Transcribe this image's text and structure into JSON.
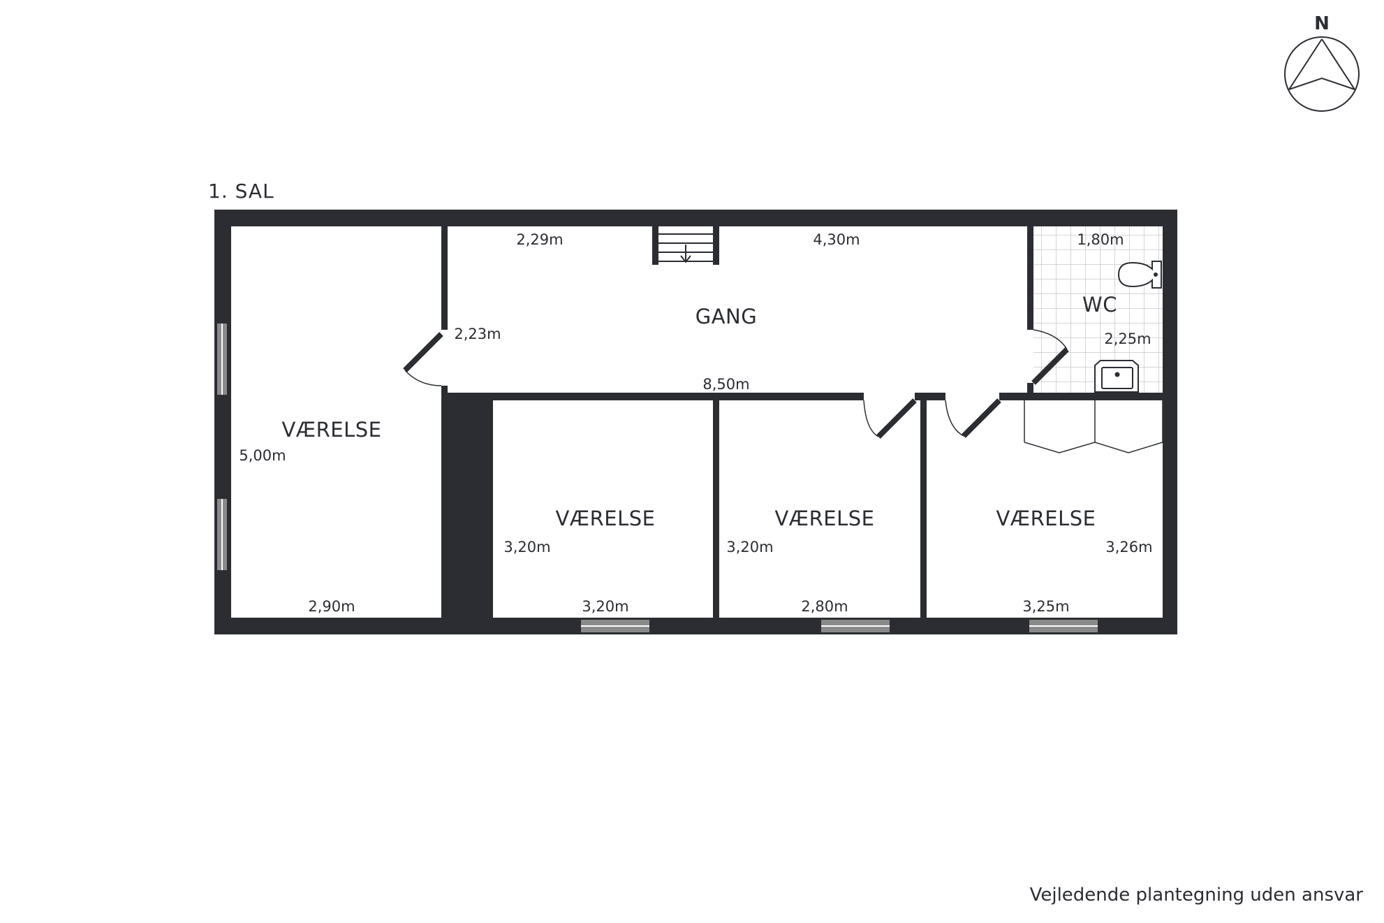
{
  "floor": {
    "label": "1. SAL"
  },
  "compass": {
    "north_label": "N"
  },
  "rooms": {
    "vaerelse_1": "VÆRELSE",
    "gang": "GANG",
    "wc": "WC",
    "vaerelse_2": "VÆRELSE",
    "vaerelse_3": "VÆRELSE",
    "vaerelse_4": "VÆRELSE"
  },
  "dimensions": {
    "gang_left_width": "2,29m",
    "gang_right_width": "4,30m",
    "wc_width": "1,80m",
    "gang_height": "2,23m",
    "wc_height": "2,25m",
    "gang_length": "8,50m",
    "vaerelse_1_height": "5,00m",
    "vaerelse_1_width": "2,90m",
    "vaerelse_2_height": "3,20m",
    "vaerelse_2_width": "3,20m",
    "vaerelse_3_height": "3,20m",
    "vaerelse_3_width": "2,80m",
    "vaerelse_4_height": "3,26m",
    "vaerelse_4_width": "3,25m"
  },
  "footer": {
    "note": "Vejledende plantegning uden ansvar"
  },
  "colors": {
    "wall": "#2b2d33",
    "window": "#8a8a8a",
    "tile_grid": "#c8c8c8"
  }
}
